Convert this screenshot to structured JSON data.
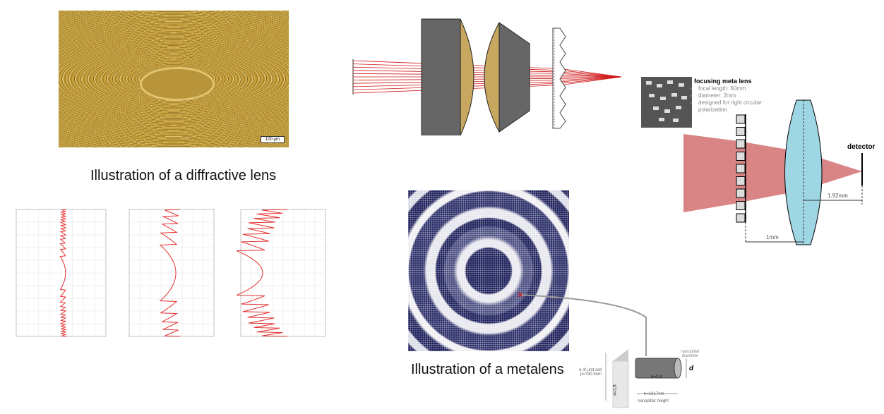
{
  "diffractive": {
    "caption": "Illustration of a diffractive lens",
    "scale_bar": "100 µm"
  },
  "metalens": {
    "caption": "Illustration of a metalens"
  },
  "meta_schematic": {
    "title": "focusing meta lens",
    "bullets": [
      "focal length: 60mm",
      "diameter: 2mm",
      "designed for right circular polarization"
    ],
    "detector_label": "detector",
    "focal_distance": "1.92mm",
    "spacing": "1mm",
    "colors": {
      "beam": "#d98585",
      "lens": "#9fd6e4"
    }
  },
  "nanopillar": {
    "cell_label": "e of unit cell",
    "period": "p=790.5nm",
    "substrate_index": "n=1.5",
    "pillar_index": "n=2.4",
    "diameter_label": "nanopillar diameter",
    "diameter_symbol": "d",
    "height_value": "h=1317nm",
    "height_label": "nanopillar height"
  },
  "colors": {
    "ray": "#d01818",
    "phase_dark": "#1c1f5a",
    "gold": "#c9a445"
  }
}
